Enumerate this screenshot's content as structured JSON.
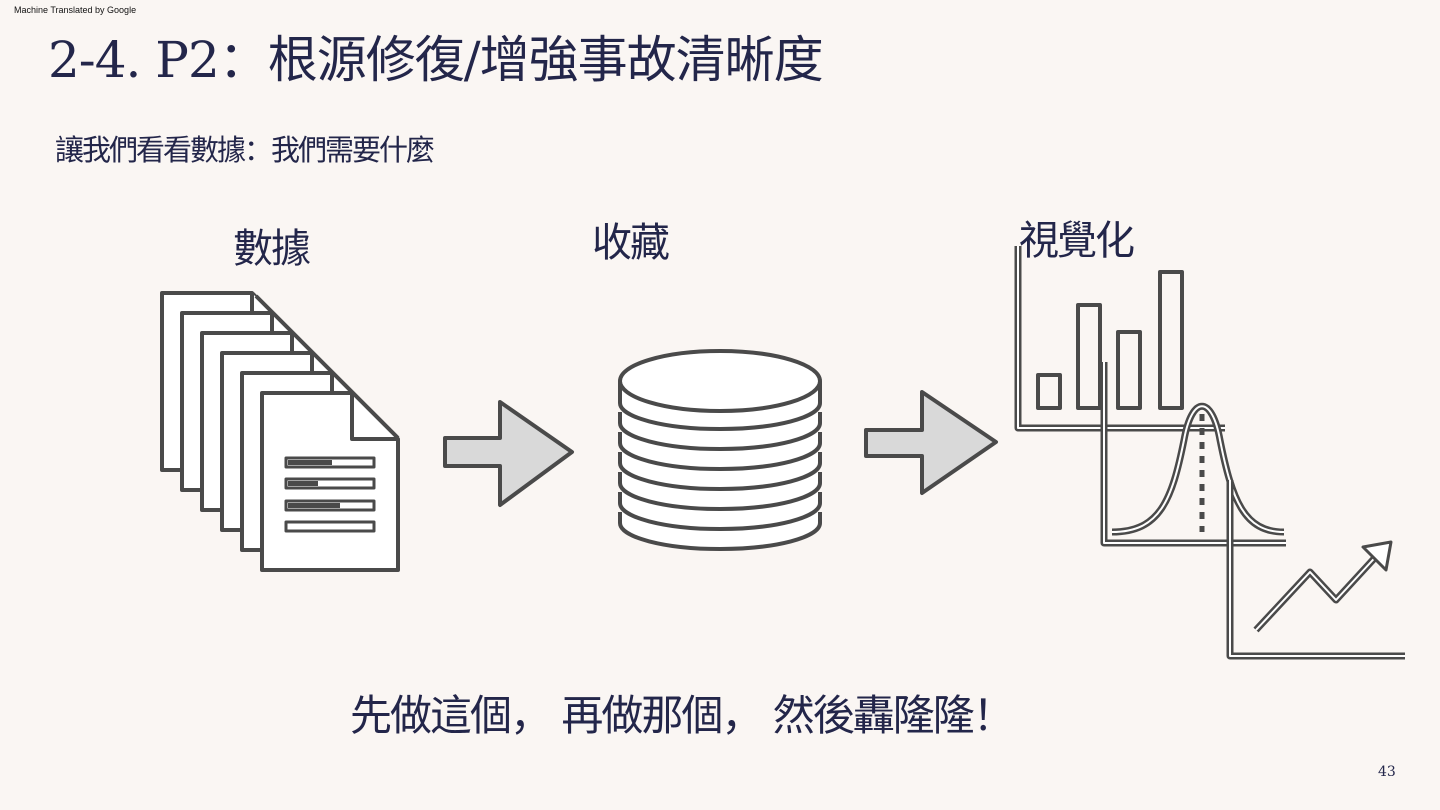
{
  "watermark": "Machine Translated by Google",
  "slide": {
    "title": "2-4. P2：根源修復/增強事故清晰度",
    "subtitle": "讓我們看看數據：我們需要什麼",
    "tagline": "先做這個，  再做那個，  然後轟隆隆！",
    "page_number": "43"
  },
  "stages": [
    {
      "label": "數據",
      "icon": "documents-stack-icon"
    },
    {
      "label": "收藏",
      "icon": "database-icon"
    },
    {
      "label": "視覺化",
      "icon": "charts-icon"
    }
  ],
  "colors": {
    "background": "#faf6f3",
    "text": "#23264a",
    "stroke": "#4a4a4a",
    "arrow_fill": "#d9d9d9"
  }
}
